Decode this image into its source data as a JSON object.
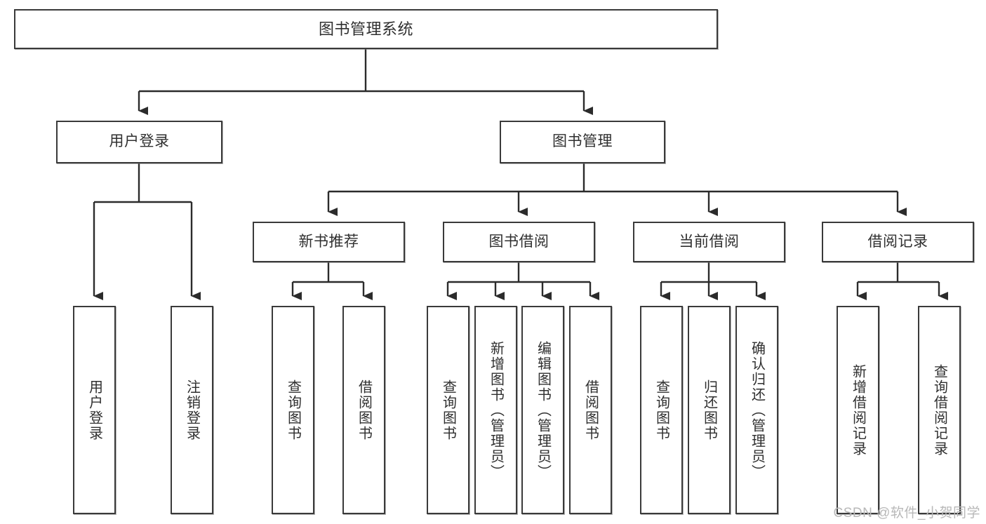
{
  "diagram": {
    "title": "图书管理系统",
    "watermark": "CSDN @软件_小贺同学",
    "colors": {
      "box_border": "#3a3a3a",
      "box_fill": "#ffffff",
      "edge": "#2b2b2b",
      "text": "#2f2f2f",
      "watermark": "#b8b8b8"
    },
    "root": {
      "label": "图书管理系统"
    },
    "level2": [
      {
        "label": "用户登录"
      },
      {
        "label": "图书管理"
      }
    ],
    "level3": [
      {
        "label": "新书推荐"
      },
      {
        "label": "图书借阅"
      },
      {
        "label": "当前借阅"
      },
      {
        "label": "借阅记录"
      }
    ],
    "leaves": {
      "user_login": [
        {
          "label": "用户登录"
        },
        {
          "label": "注销登录"
        }
      ],
      "new_books": [
        {
          "label": "查询图书"
        },
        {
          "label": "借阅图书"
        }
      ],
      "book_borrow": [
        {
          "label": "查询图书"
        },
        {
          "label": "新增图书（管理员）"
        },
        {
          "label": "编辑图书（管理员）"
        },
        {
          "label": "借阅图书"
        }
      ],
      "current_borrow": [
        {
          "label": "查询图书"
        },
        {
          "label": "归还图书"
        },
        {
          "label": "确认归还（管理员）"
        }
      ],
      "borrow_records": [
        {
          "label": "新增借阅记录"
        },
        {
          "label": "查询借阅记录"
        }
      ]
    }
  }
}
